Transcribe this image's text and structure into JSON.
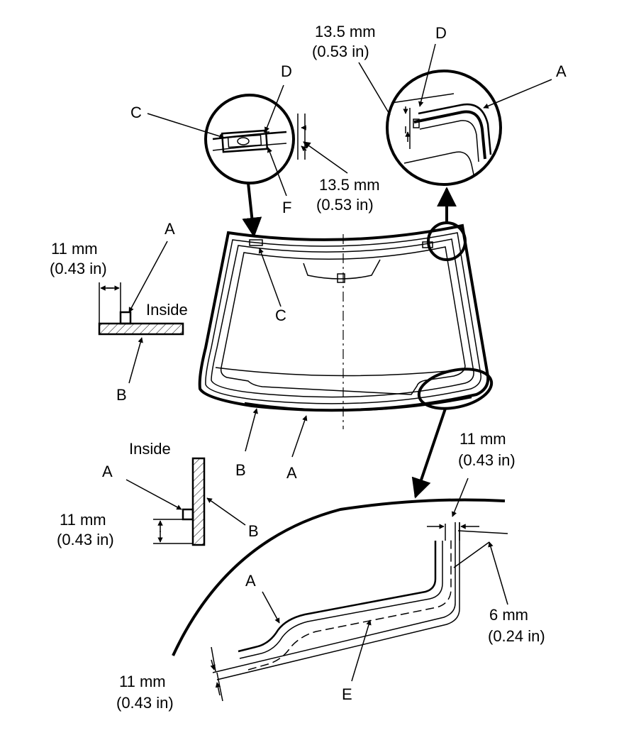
{
  "labels": {
    "A": "A",
    "B": "B",
    "C": "C",
    "D": "D",
    "E": "E",
    "F": "F",
    "inside": "Inside"
  },
  "dimensions": {
    "d_13_5_mm": "13.5 mm",
    "d_13_5_in": "(0.53 in)",
    "d_11_mm": "11 mm",
    "d_11_in": "(0.43 in)",
    "d_6_mm": "6 mm",
    "d_6_in": "(0.24 in)"
  }
}
